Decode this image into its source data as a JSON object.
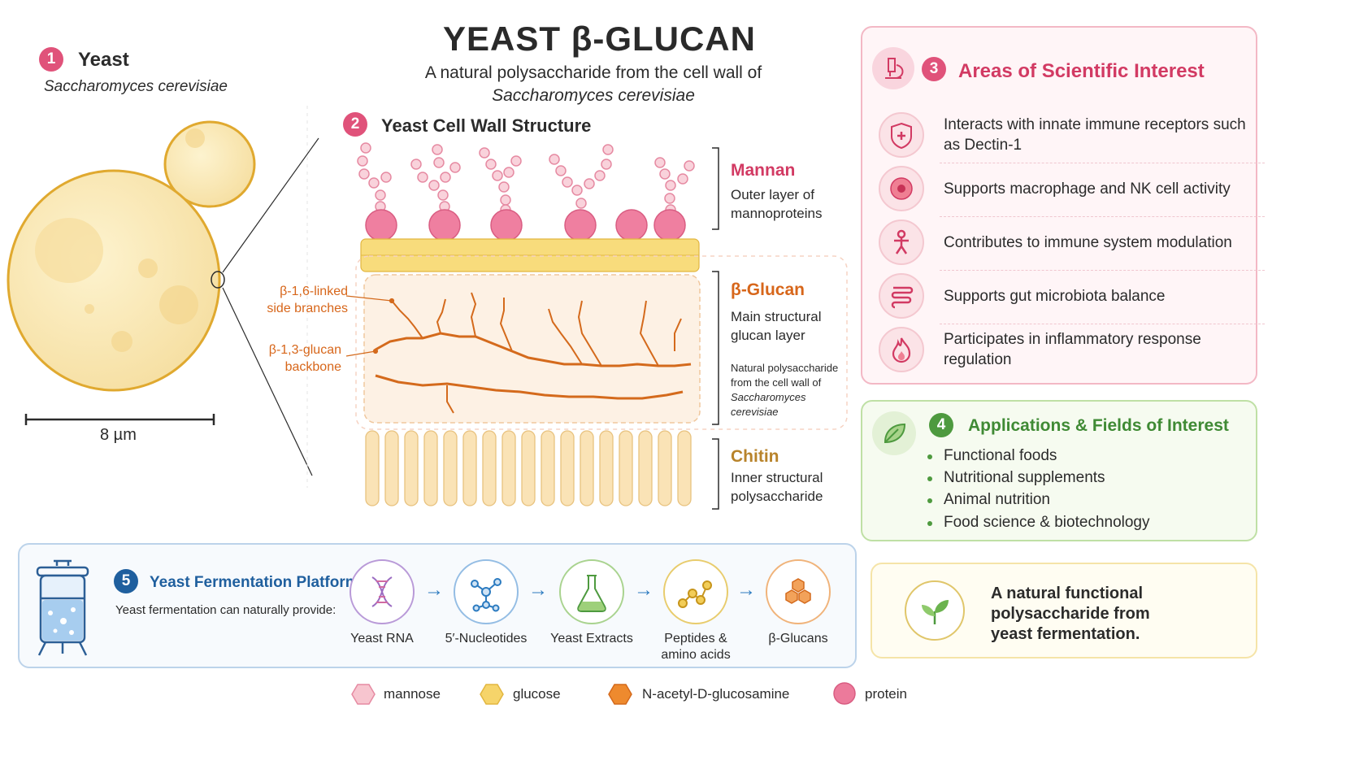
{
  "header": {
    "title": "YEAST β-GLUCAN",
    "subtitle_line1": "A natural polysaccharide from the cell wall of",
    "subtitle_line2": "Saccharomyces cerevisiae"
  },
  "yeast": {
    "number": "1",
    "title": "Yeast",
    "species": "Saccharomyces cerevisiae",
    "scale_label": "8 µm"
  },
  "cell_wall": {
    "number": "2",
    "title": "Yeast Cell Wall Structure",
    "side_labels": {
      "branches": [
        "β-1,6-linked",
        "side branches"
      ],
      "backbone": [
        "β-1,3-glucan",
        "backbone"
      ]
    },
    "layers": [
      {
        "name": "Mannan",
        "desc_line1": "Outer layer of",
        "desc_line2": "mannoproteins",
        "color": "#d23a63"
      },
      {
        "name": "β-Glucan",
        "desc_line1": "Main structural",
        "desc_line2": "glucan layer",
        "color": "#d7661a"
      },
      {
        "name": "Chitin",
        "desc_line1": "Inner structural",
        "desc_line2": "polysaccharide",
        "color": "#b8832a"
      }
    ],
    "glucan_note": [
      "Natural polysaccharide",
      "from the cell wall of",
      "Saccharomyces",
      "cerevisiae"
    ]
  },
  "interest": {
    "number": "3",
    "title": "Areas of Scientific Interest",
    "items": [
      {
        "text": "Interacts with innate immune receptors such as Dectin-1",
        "icon": "shield-icon"
      },
      {
        "text": "Supports macrophage and NK cell activity",
        "icon": "cell-icon"
      },
      {
        "text": "Contributes to immune system modulation",
        "icon": "person-icon"
      },
      {
        "text": "Supports gut microbiota balance",
        "icon": "intestine-icon"
      },
      {
        "text": "Participates in inflammatory response regulation",
        "icon": "flame-icon"
      }
    ]
  },
  "applications": {
    "number": "4",
    "title": "Applications & Fields of Interest",
    "items": [
      "Functional foods",
      "Nutritional supplements",
      "Animal nutrition",
      "Food science & biotechnology"
    ]
  },
  "tagline": {
    "text_line1": "A natural functional",
    "text_line2": "polysaccharide from",
    "text_line3": "yeast fermentation."
  },
  "fermentation": {
    "number": "5",
    "title": "Yeast Fermentation Platform",
    "subtitle": "Yeast fermentation can naturally provide:",
    "products": [
      {
        "label_line1": "Yeast RNA",
        "label_line2": "",
        "icon": "dna-icon",
        "color": "#9b6cc2"
      },
      {
        "label_line1": "5′-Nucleotides",
        "label_line2": "",
        "icon": "molecule-icon",
        "color": "#2c7bc0"
      },
      {
        "label_line1": "Yeast Extracts",
        "label_line2": "",
        "icon": "flask-icon",
        "color": "#4e9a3f"
      },
      {
        "label_line1": "Peptides &",
        "label_line2": "amino acids",
        "icon": "peptide-icon",
        "color": "#d6a823"
      },
      {
        "label_line1": "β-Glucans",
        "label_line2": "",
        "icon": "hexagon-cluster-icon",
        "color": "#e07b2a"
      }
    ],
    "arrow": "→"
  },
  "legend": [
    {
      "label": "mannose",
      "icon": "mannose-hexagon-icon",
      "color": "#f7c5cf"
    },
    {
      "label": "glucose",
      "icon": "glucose-hexagon-icon",
      "color": "#f6d46a"
    },
    {
      "label": "N-acetyl-D-glucosamine",
      "icon": "glcnac-hexagon-icon",
      "color": "#ee8a2e"
    },
    {
      "label": "protein",
      "icon": "protein-circle-icon",
      "color": "#ec7a9b"
    }
  ]
}
